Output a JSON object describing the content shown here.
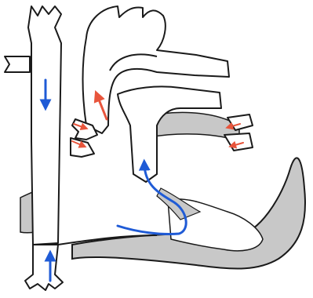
{
  "diagram": {
    "subject": "heart-anatomy-flow",
    "colors": {
      "outline": "#1a1a1a",
      "fill": "#ffffff",
      "tissue": "#c8c8c8",
      "venous_flow": "#1f5bd6",
      "arterial_flow": "#e8553c"
    },
    "structures": [
      {
        "id": "superior-vena-cava"
      },
      {
        "id": "inferior-vena-cava"
      },
      {
        "id": "aortic-arch"
      },
      {
        "id": "pulmonary-trunk"
      },
      {
        "id": "left-pulmonary-veins"
      },
      {
        "id": "right-pulmonary-veins"
      },
      {
        "id": "ventricle-wall"
      }
    ],
    "flows": [
      {
        "id": "svc-down",
        "color": "venous_flow"
      },
      {
        "id": "ivc-up",
        "color": "venous_flow"
      },
      {
        "id": "ventricle-to-pulmonary-trunk",
        "color": "venous_flow"
      },
      {
        "id": "aorta-upflow",
        "color": "arterial_flow"
      },
      {
        "id": "right-pulmonary-vein-upper-in",
        "color": "arterial_flow"
      },
      {
        "id": "right-pulmonary-vein-lower-in",
        "color": "arterial_flow"
      },
      {
        "id": "left-pulmonary-vein-upper-in",
        "color": "arterial_flow"
      },
      {
        "id": "left-pulmonary-vein-lower-in",
        "color": "arterial_flow"
      }
    ]
  }
}
